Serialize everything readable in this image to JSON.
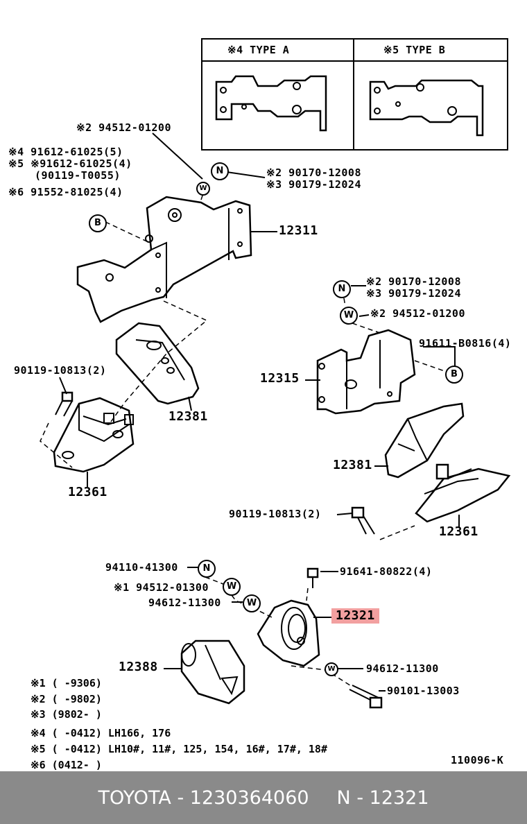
{
  "inset": {
    "type_a": "※4  TYPE  A",
    "type_b": "※5  TYPE  B"
  },
  "labels": {
    "l01": "※2 94512-01200",
    "l02": "※4  91612-61025(5)",
    "l03": "※5 ※91612-61025(4)",
    "l04": "(90119-T0055)",
    "l05": "※6  91552-81025(4)",
    "l06": "※2 90170-12008",
    "l07": "※3 90179-12024",
    "l08": "12311",
    "l09": "※2 90170-12008",
    "l10": "※3 90179-12024",
    "l11": "※2 94512-01200",
    "l12": "91611-B0816(4)",
    "l13": "12315",
    "l14": "90119-10813(2)",
    "l15": "12381",
    "l16": "12381",
    "l17": "12361",
    "l18": "90119-10813(2)",
    "l19": "12361",
    "l20": "94110-41300",
    "l21": "91641-80822(4)",
    "l22": "※1 94512-01300",
    "l23": "94612-11300",
    "l24": "12321",
    "l25": "12388",
    "l26": "94612-11300",
    "l27": "90101-13003"
  },
  "markers": {
    "n": "N",
    "w": "W",
    "b": "B"
  },
  "notes": [
    {
      "mark": "※1",
      "range": "(      -9306)",
      "models": ""
    },
    {
      "mark": "※2",
      "range": "(      -9802)",
      "models": ""
    },
    {
      "mark": "※3",
      "range": "(9802-      )",
      "models": ""
    },
    {
      "mark": "※4",
      "range": "(      -0412)",
      "models": "LH166, 176"
    },
    {
      "mark": "※5",
      "range": "(      -0412)",
      "models": "LH10#, 11#, 125, 154, 16#, 17#, 18#"
    },
    {
      "mark": "※6",
      "range": "(0412-      )",
      "models": ""
    }
  ],
  "diagram_code": "110096-K",
  "footer": {
    "brand_part": "TOYOTA - 1230364060",
    "ref": "N - 12321"
  },
  "colors": {
    "highlight": "#f2a0a0",
    "footer_bg": "#8a8a8a"
  }
}
